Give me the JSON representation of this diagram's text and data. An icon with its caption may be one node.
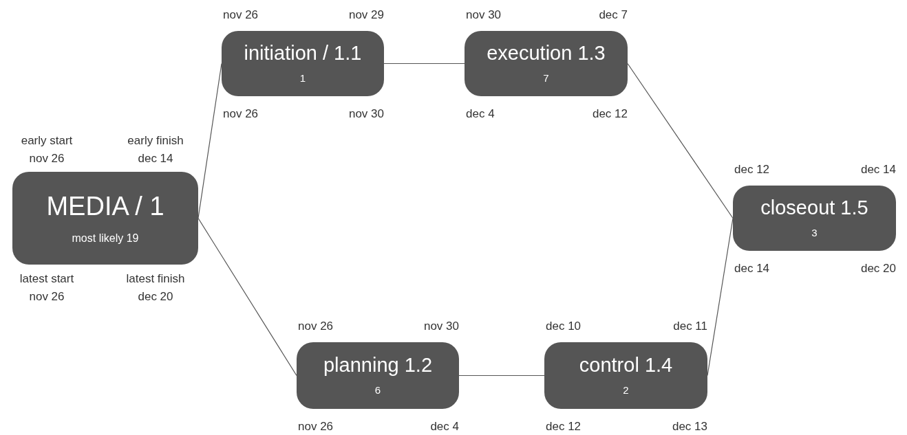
{
  "diagram": {
    "nodes": [
      {
        "text": [
          "MEDIA / 1",
          "most likely 19"
        ],
        "beside": [
          "early start nov 26",
          "early finish dec 14",
          "latest start nov 26",
          "latest finish dec 20"
        ]
      },
      {
        "text": [
          "initiation / 1.1",
          "1"
        ],
        "beside": [
          "nov 26",
          "nov 29",
          "nov 26",
          "nov 30"
        ]
      },
      {
        "text": [
          "execution 1.3",
          "7"
        ],
        "beside": [
          "nov 30",
          "dec 7",
          "dec 4",
          "dec 12"
        ]
      },
      {
        "text": [
          "closeout 1.5",
          "3"
        ],
        "beside": [
          "dec 12",
          "dec 14",
          "dec 14",
          "dec 20"
        ]
      },
      {
        "text": [
          "planning 1.2",
          "6"
        ],
        "beside": [
          "nov 26",
          "nov 30",
          "nov 26",
          "dec 4"
        ]
      },
      {
        "text": [
          "control 1.4",
          "2"
        ],
        "beside": [
          "dec 10",
          "dec 11",
          "dec 12",
          "dec 13"
        ]
      }
    ],
    "edges": [
      {
        "from": 0,
        "to": 1,
        "arrow": "none"
      },
      {
        "from": 1,
        "to": 2,
        "arrow": "none"
      },
      {
        "from": 2,
        "to": 3,
        "arrow": "none"
      },
      {
        "from": 0,
        "to": 4,
        "arrow": "none"
      },
      {
        "from": 4,
        "to": 5,
        "arrow": "none"
      },
      {
        "from": 5,
        "to": 3,
        "arrow": "none"
      }
    ]
  }
}
